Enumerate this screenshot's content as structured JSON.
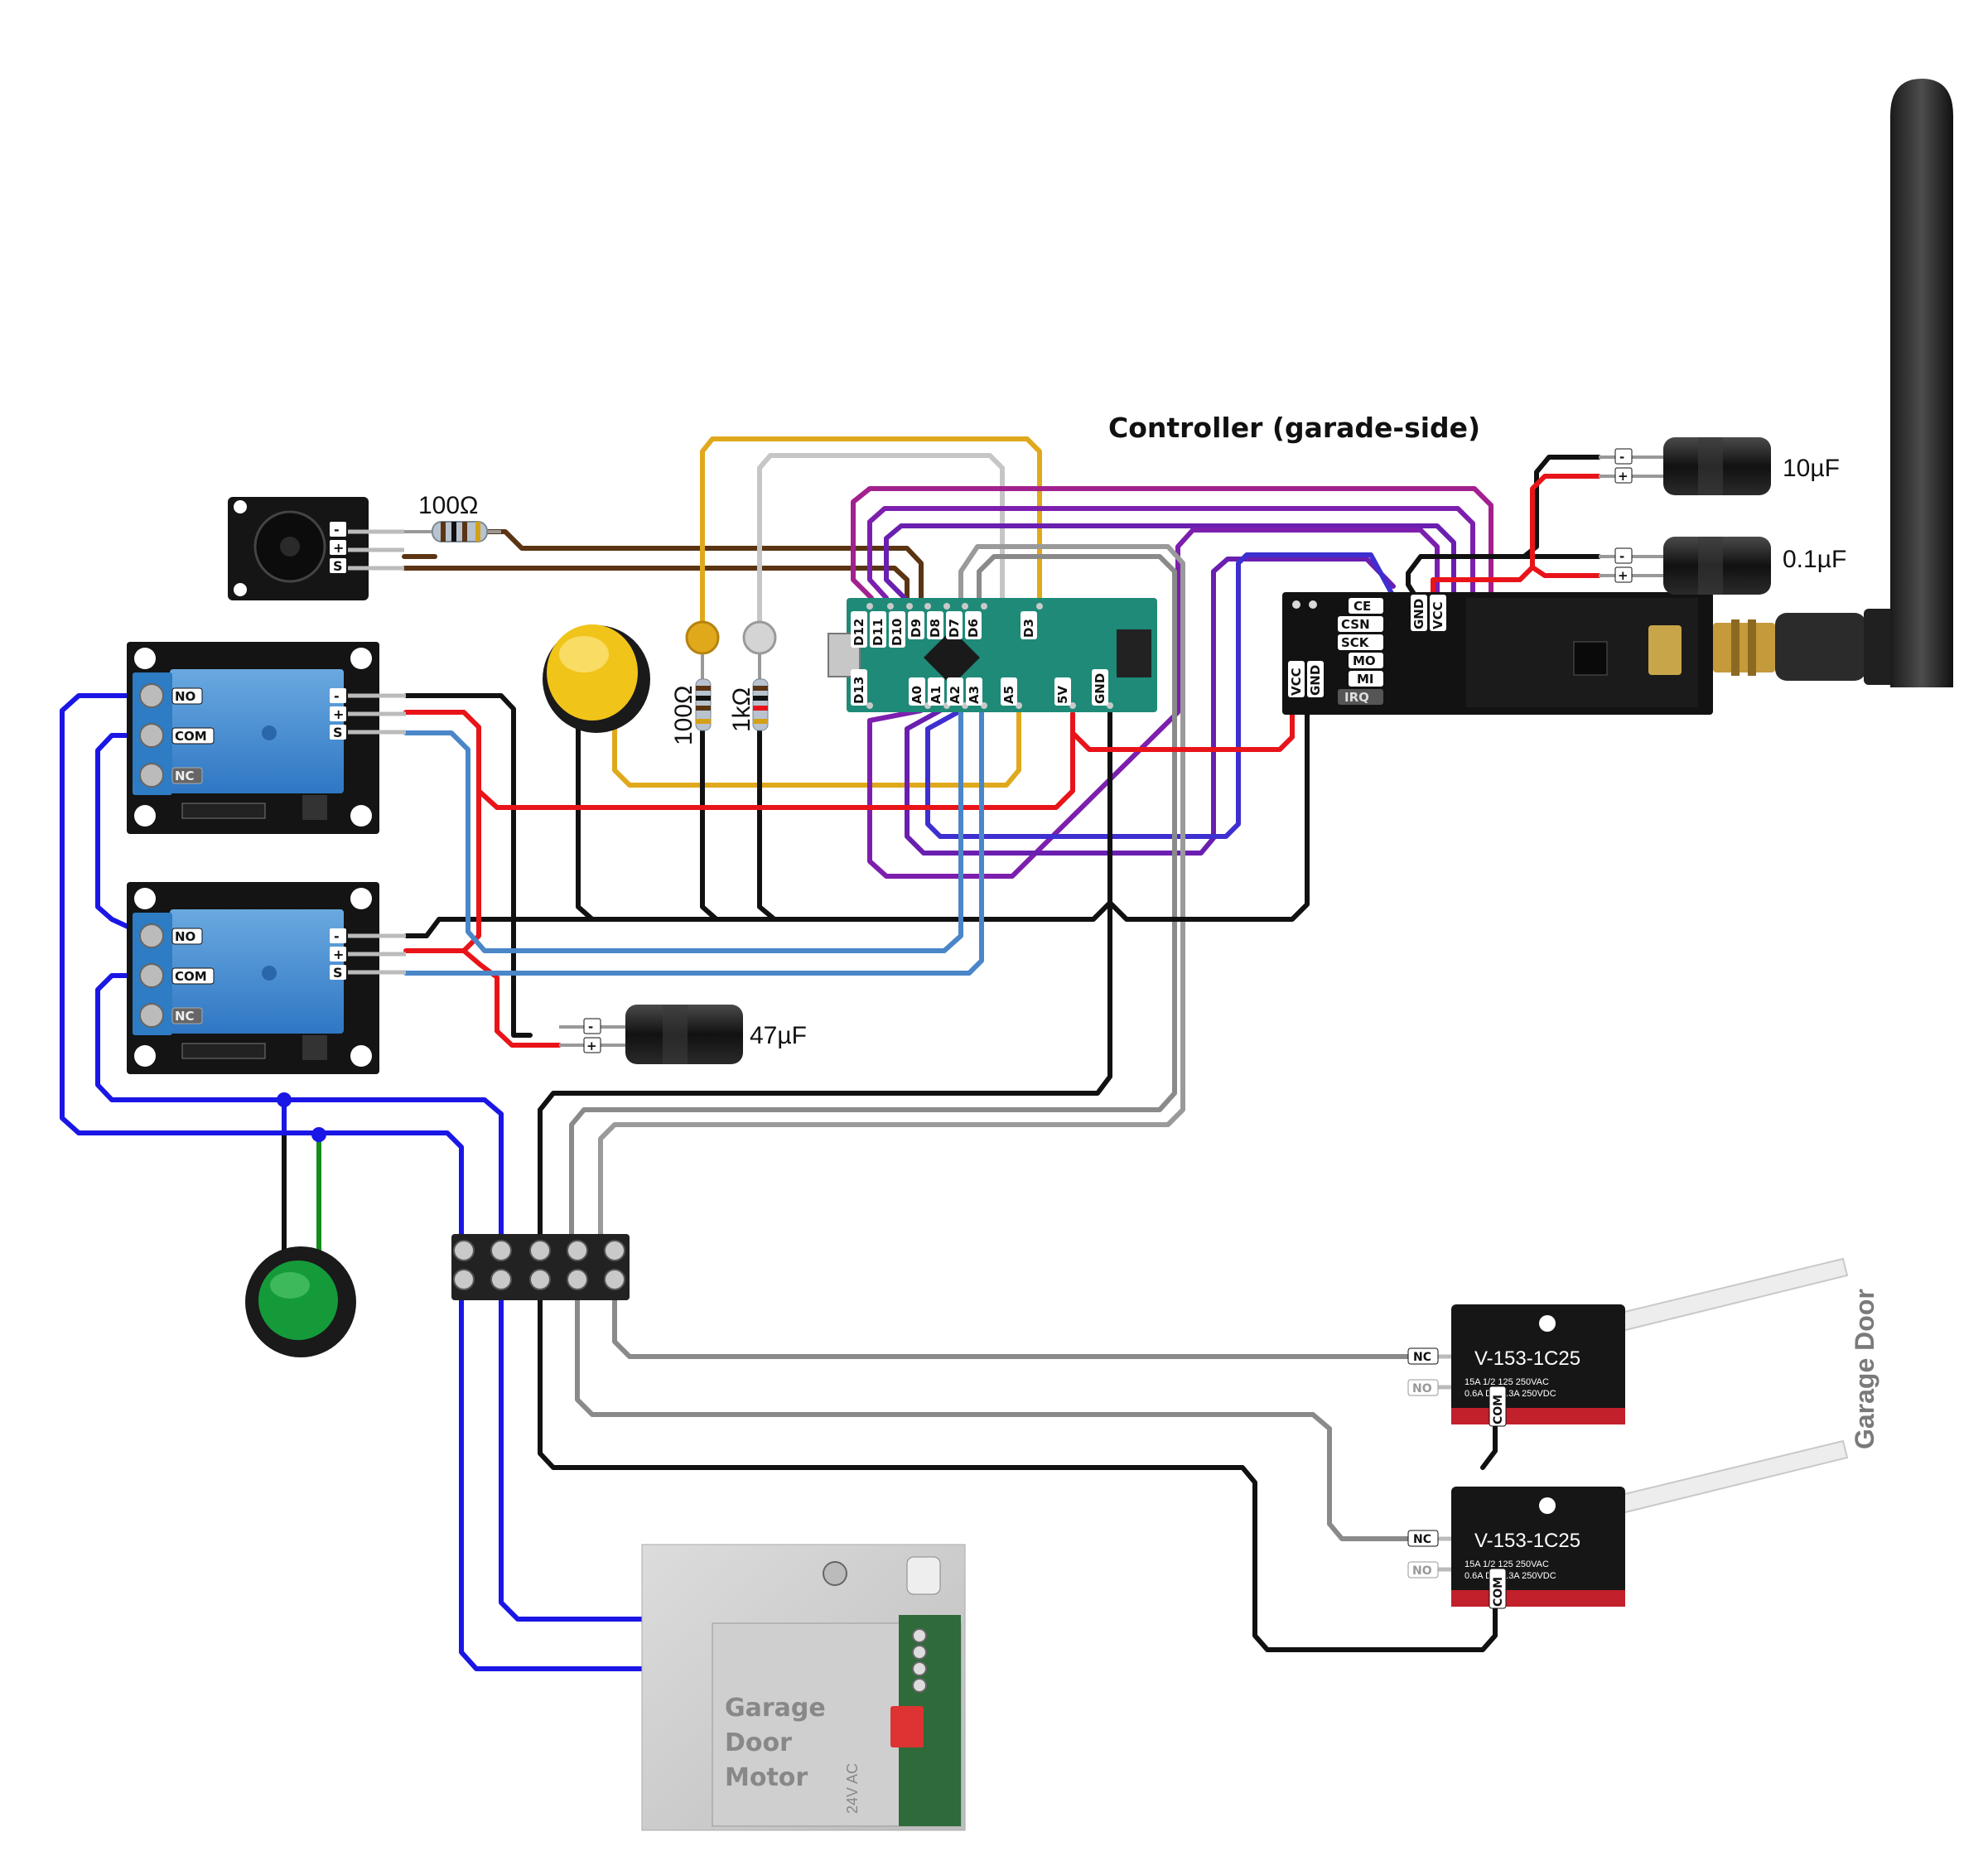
{
  "title": "Controller (garade-side)",
  "colors": {
    "black": "#111111",
    "red": "#e8141a",
    "blue": "#1a16e6",
    "steelblue": "#4a86c8",
    "purple": "#6a1fb0",
    "violet": "#8a2be2",
    "magenta": "#a3208f",
    "gold": "#e0a91c",
    "silver": "#c6c6c6",
    "gray": "#7a7a7a",
    "brown": "#5b3413",
    "green": "#178a1c"
  },
  "buzzer": {
    "pins": [
      "-",
      "+",
      "S"
    ],
    "resistor_label": "100Ω",
    "icon": "buzzer-icon"
  },
  "relay_top": {
    "terminals": [
      "NO",
      "COM",
      "NC"
    ],
    "pins": [
      "-",
      "+",
      "S"
    ]
  },
  "relay_bottom": {
    "terminals": [
      "NO",
      "COM",
      "NC"
    ],
    "pins": [
      "-",
      "+",
      "S"
    ]
  },
  "yellow_button": {
    "icon": "push-button-icon"
  },
  "green_button": {
    "icon": "push-button-icon"
  },
  "led_resistors": {
    "gold_label": "100Ω",
    "silver_label": "1kΩ"
  },
  "arduino": {
    "top_pins": [
      "D12",
      "D11",
      "D10",
      "D9",
      "D8",
      "D7",
      "D6",
      "D3"
    ],
    "bottom_pins": [
      "D13",
      "A0",
      "A1",
      "A2",
      "A3",
      "A5",
      "5V",
      "GND"
    ]
  },
  "nrf_module": {
    "left_pins": [
      "VCC",
      "GND"
    ],
    "right_pins": [
      "CE",
      "CSN",
      "SCK",
      "MO",
      "MI",
      "IRQ"
    ],
    "top_pins": [
      "GND",
      "VCC"
    ]
  },
  "caps": {
    "c1": "10µF",
    "c2": "0.1µF",
    "c3": "47µF",
    "polarity": [
      "-",
      "+"
    ]
  },
  "antenna": {
    "icon": "antenna-icon"
  },
  "switches": {
    "model": "V-153-1C25",
    "rating_1": "15A 1/2 125 250VAC",
    "rating_2": "0.6A DC 0.3A 250VDC",
    "terminals": [
      "NC",
      "NO",
      "COM"
    ],
    "side_label": "Garage Door"
  },
  "motor": {
    "label_lines": [
      "Garage",
      "Door",
      "Motor"
    ],
    "side_text": "24V AC"
  },
  "terminal_block": {
    "icon": "terminal-block-icon"
  }
}
